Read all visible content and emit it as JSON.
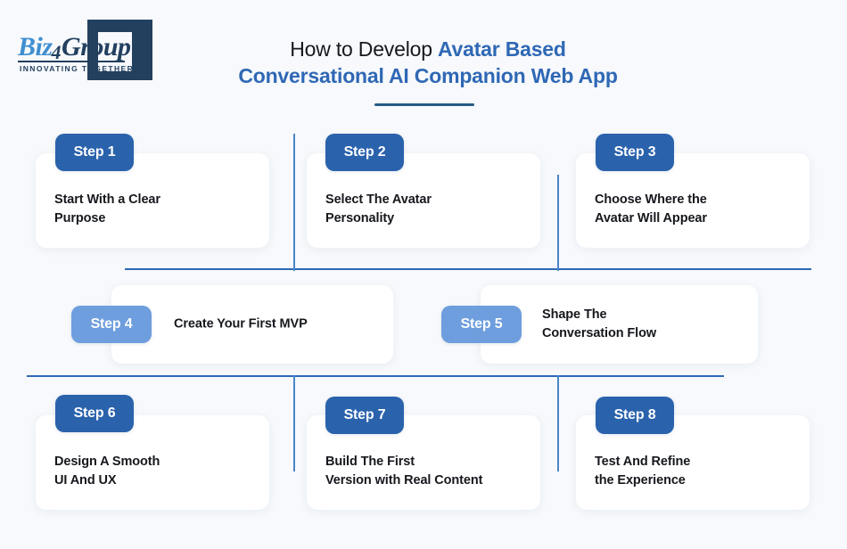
{
  "brand": {
    "name_part1": "Biz",
    "name_digit": "4",
    "name_part2": "Group",
    "tagline": "INNOVATING TOGETHER"
  },
  "header": {
    "title_line1_plain": "How to Develop ",
    "title_line1_accent": "Avatar Based",
    "title_line2_accent": "Conversational AI Companion Web App"
  },
  "colors": {
    "background": "#f7f9fc",
    "badge_dark": "#2a62ac",
    "badge_light": "#6e9edd",
    "accent_blue": "#2f68b5",
    "line_blue": "#4a86c7",
    "title_dark": "#16181d",
    "card_white": "#ffffff"
  },
  "steps": [
    {
      "badge": "Step 1",
      "title": "Start With a Clear\nPurpose",
      "tone": "dark"
    },
    {
      "badge": "Step 2",
      "title": "Select The Avatar\nPersonality",
      "tone": "dark"
    },
    {
      "badge": "Step 3",
      "title": "Choose Where the\nAvatar Will Appear",
      "tone": "dark"
    },
    {
      "badge": "Step 4",
      "title": "Create Your First MVP",
      "tone": "light"
    },
    {
      "badge": "Step 5",
      "title": "Shape The\nConversation Flow",
      "tone": "light"
    },
    {
      "badge": "Step 6",
      "title": "Design A Smooth\nUI And UX",
      "tone": "dark"
    },
    {
      "badge": "Step 7",
      "title": "Build The First\nVersion with Real Content",
      "tone": "dark"
    },
    {
      "badge": "Step 8",
      "title": "Test And Refine\nthe Experience",
      "tone": "dark"
    }
  ]
}
